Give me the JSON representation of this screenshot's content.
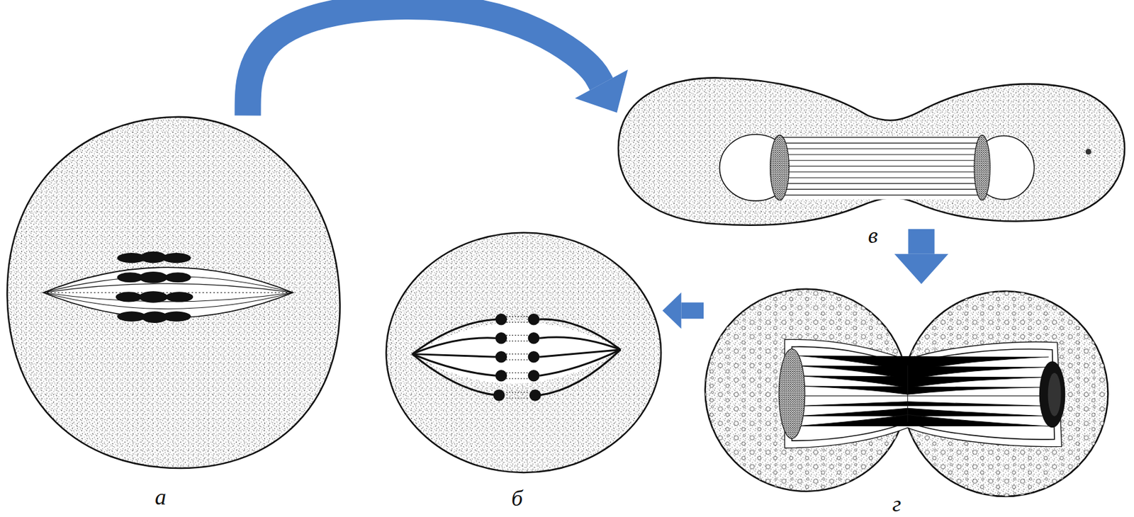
{
  "diagram": {
    "nodes": [
      {
        "text": [
          "а"
        ]
      },
      {
        "text": [
          "б"
        ]
      },
      {
        "text": [
          "в"
        ]
      },
      {
        "text": [
          "г"
        ]
      }
    ],
    "edges": [
      {
        "from": 0,
        "to": 2,
        "arrow": "to"
      },
      {
        "from": 2,
        "to": 3,
        "arrow": "to"
      },
      {
        "from": 3,
        "to": 1,
        "arrow": "to"
      }
    ]
  }
}
